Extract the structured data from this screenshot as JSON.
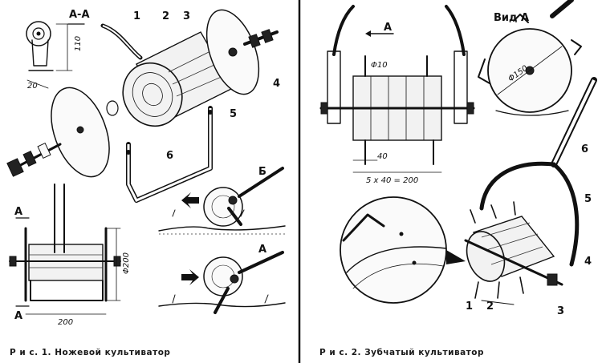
{
  "fig1": {
    "caption_prefix": "Р и с.  1.",
    "caption_text": "Ножевой культиватор",
    "section_label": "А-А",
    "dim_110": "110",
    "dim_20": "20",
    "dim_200_diam": "Φ200",
    "dim_200_len": "200",
    "view_A_label": "А",
    "view_A_label_bottom": "А",
    "detail_B_label": "Б",
    "detail_A_label": "А",
    "callouts": [
      "1",
      "2",
      "3",
      "4",
      "5",
      "6"
    ]
  },
  "fig2": {
    "caption_prefix": "Р и с.  2.",
    "caption_text": "Зубчатый культиватор",
    "view_label": "Вид А",
    "arrow_A": "А",
    "dim_phi10": "Φ10",
    "dim_40": "40",
    "dim_5x40": "5 х 40 = 200",
    "dim_phi150": "Φ150",
    "callouts": [
      "1",
      "2",
      "3",
      "4",
      "5",
      "6"
    ]
  }
}
